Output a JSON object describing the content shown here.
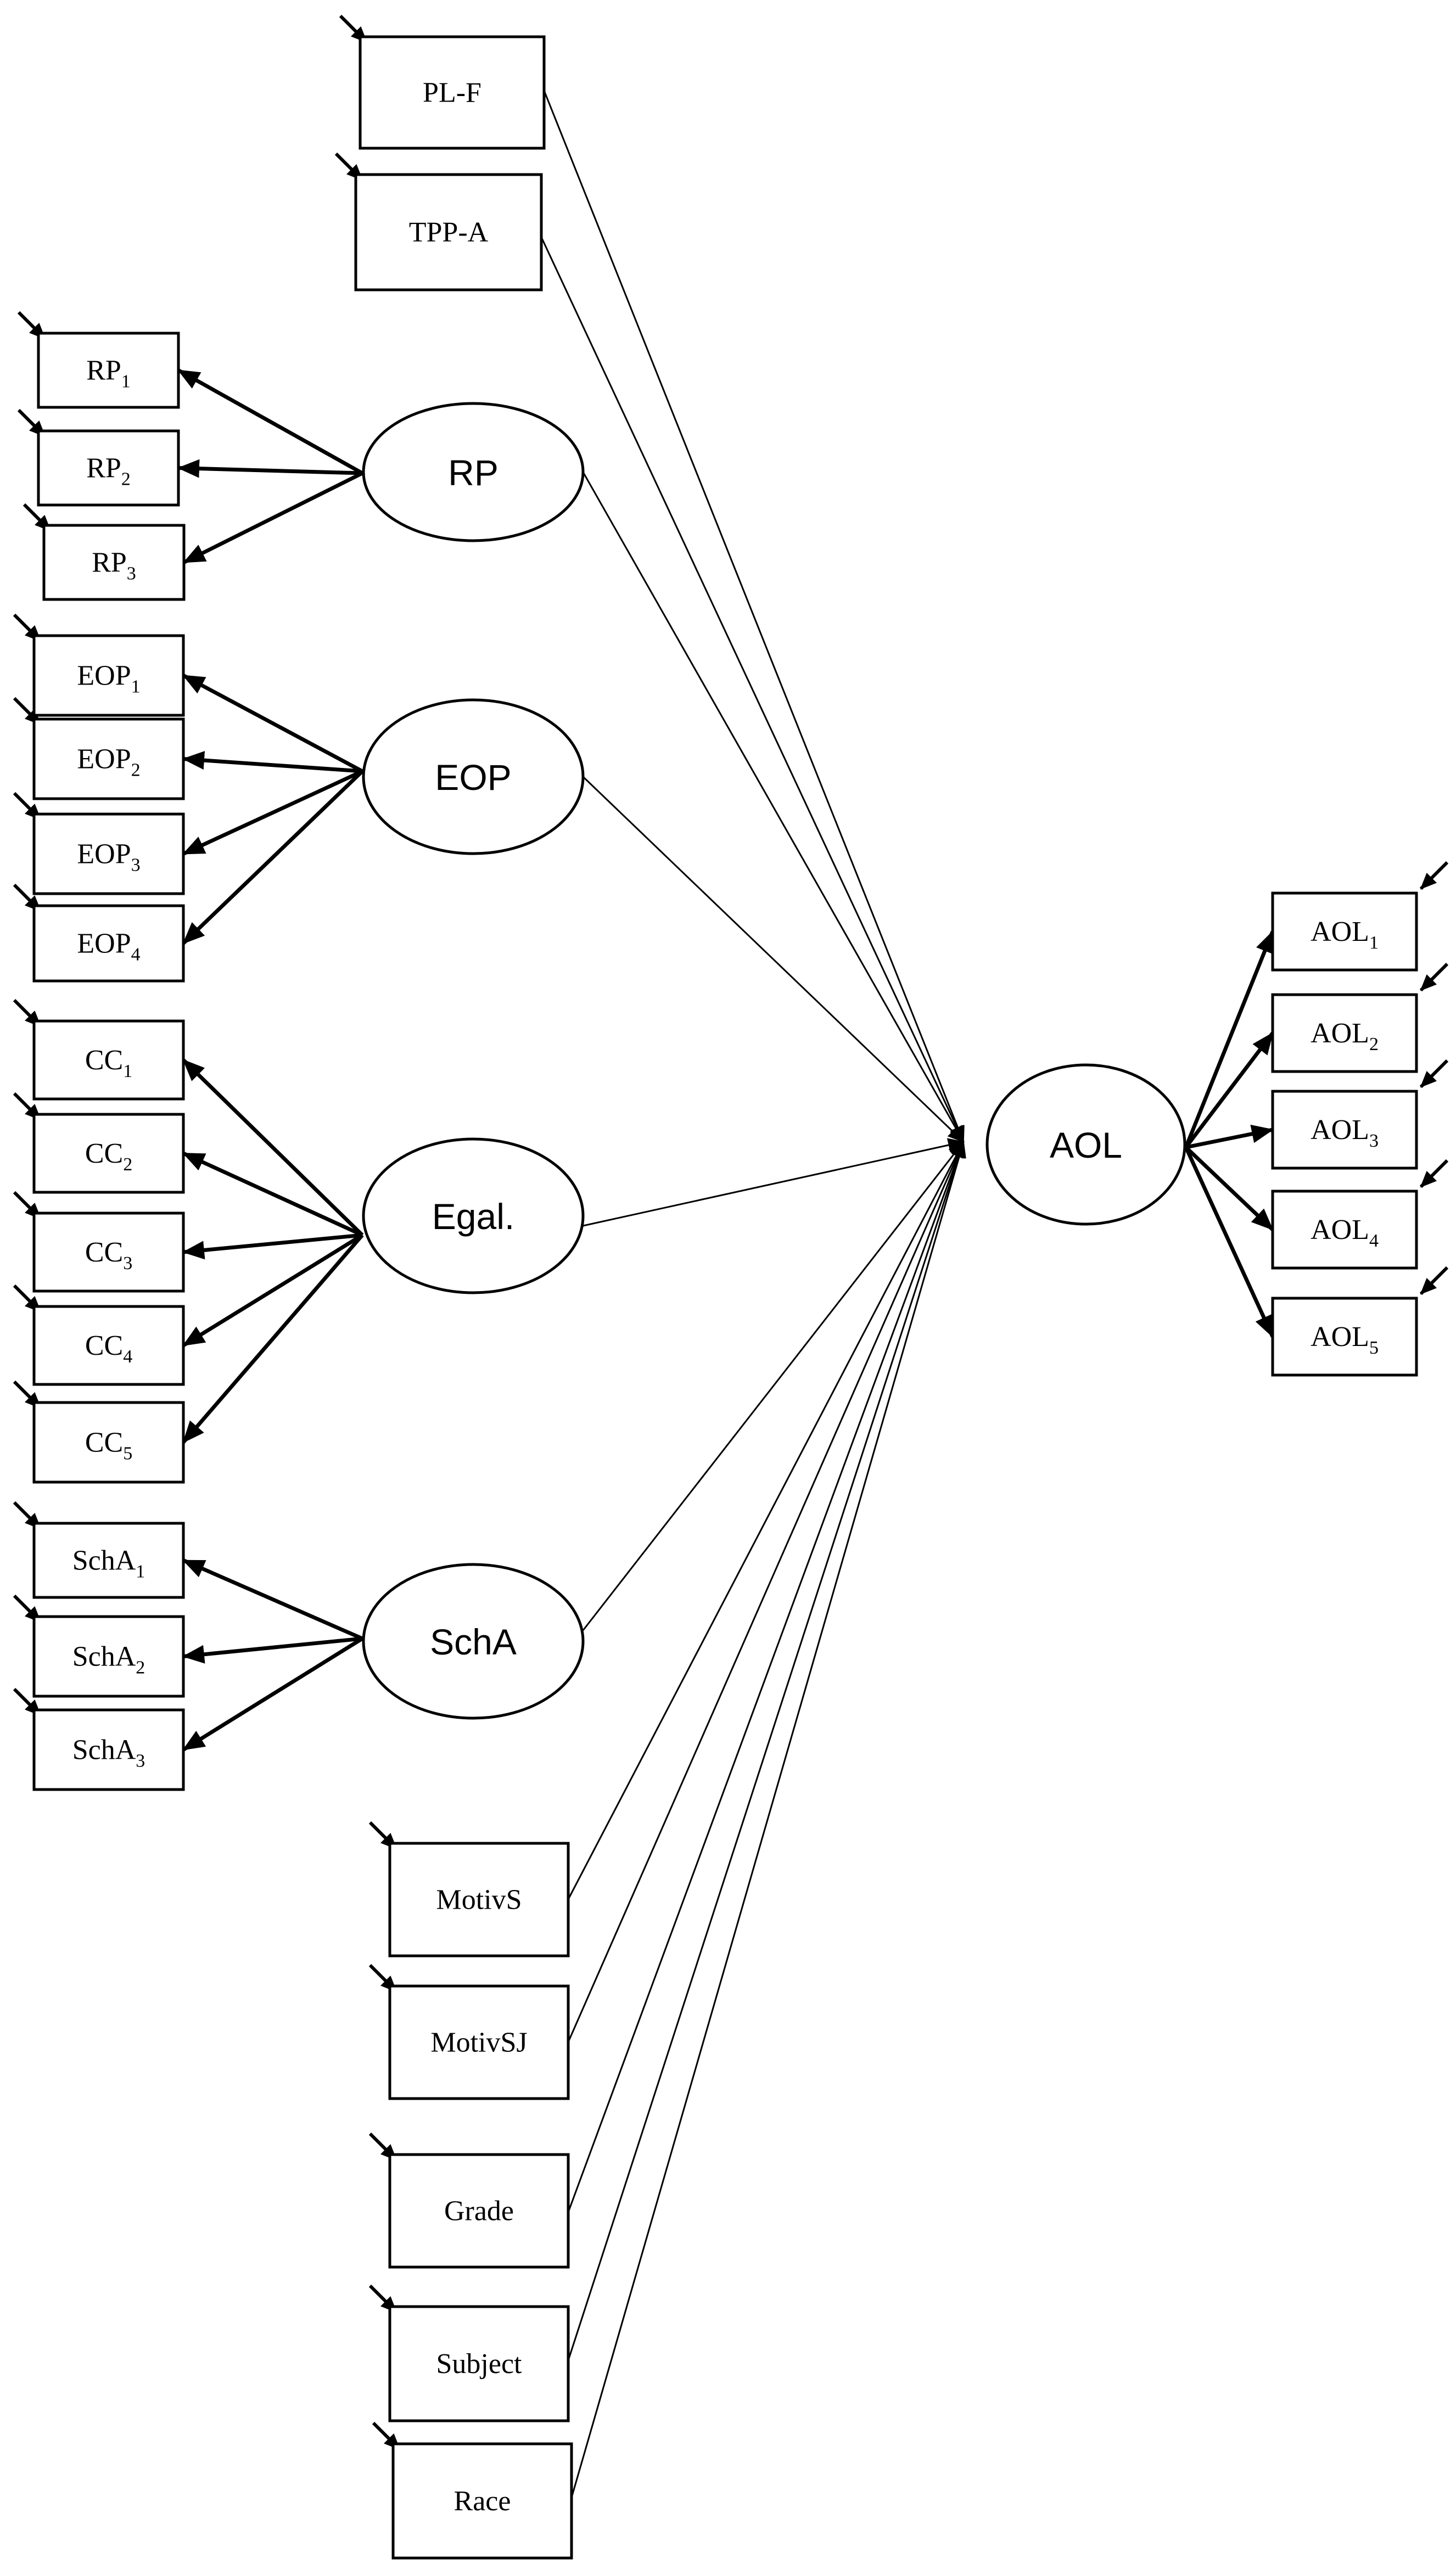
{
  "diagram": {
    "colors": {
      "line": "#000000",
      "fill": "#ffffff"
    },
    "latent_factors": [
      {
        "id": "RP",
        "label": "RP"
      },
      {
        "id": "EOP",
        "label": "EOP"
      },
      {
        "id": "Egal",
        "label": "Egal."
      },
      {
        "id": "SchA",
        "label": "SchA"
      },
      {
        "id": "AOL",
        "label": "AOL"
      }
    ],
    "single_predictors": [
      {
        "id": "PLF",
        "label": "PL-F"
      },
      {
        "id": "TPPA",
        "label": "TPP-A"
      },
      {
        "id": "MotivS",
        "label": "MotivS"
      },
      {
        "id": "MotivSJ",
        "label": "MotivSJ"
      },
      {
        "id": "Grade",
        "label": "Grade"
      },
      {
        "id": "Subject",
        "label": "Subject"
      },
      {
        "id": "Race",
        "label": "Race"
      }
    ],
    "indicators": [
      {
        "id": "RP1",
        "base": "RP",
        "sub": "1",
        "factor": "RP"
      },
      {
        "id": "RP2",
        "base": "RP",
        "sub": "2",
        "factor": "RP"
      },
      {
        "id": "RP3",
        "base": "RP",
        "sub": "3",
        "factor": "RP"
      },
      {
        "id": "EOP1",
        "base": "EOP",
        "sub": "1",
        "factor": "EOP"
      },
      {
        "id": "EOP2",
        "base": "EOP",
        "sub": "2",
        "factor": "EOP"
      },
      {
        "id": "EOP3",
        "base": "EOP",
        "sub": "3",
        "factor": "EOP"
      },
      {
        "id": "EOP4",
        "base": "EOP",
        "sub": "4",
        "factor": "EOP"
      },
      {
        "id": "CC1",
        "base": "CC",
        "sub": "1",
        "factor": "Egal"
      },
      {
        "id": "CC2",
        "base": "CC",
        "sub": "2",
        "factor": "Egal"
      },
      {
        "id": "CC3",
        "base": "CC",
        "sub": "3",
        "factor": "Egal"
      },
      {
        "id": "CC4",
        "base": "CC",
        "sub": "4",
        "factor": "Egal"
      },
      {
        "id": "CC5",
        "base": "CC",
        "sub": "5",
        "factor": "Egal"
      },
      {
        "id": "SchA1",
        "base": "SchA",
        "sub": "1",
        "factor": "SchA"
      },
      {
        "id": "SchA2",
        "base": "SchA",
        "sub": "2",
        "factor": "SchA"
      },
      {
        "id": "SchA3",
        "base": "SchA",
        "sub": "3",
        "factor": "SchA"
      },
      {
        "id": "AOL1",
        "base": "AOL",
        "sub": "1",
        "factor": "AOL"
      },
      {
        "id": "AOL2",
        "base": "AOL",
        "sub": "2",
        "factor": "AOL"
      },
      {
        "id": "AOL3",
        "base": "AOL",
        "sub": "3",
        "factor": "AOL"
      },
      {
        "id": "AOL4",
        "base": "AOL",
        "sub": "4",
        "factor": "AOL"
      },
      {
        "id": "AOL5",
        "base": "AOL",
        "sub": "5",
        "factor": "AOL"
      }
    ],
    "structural_paths": [
      {
        "from": "PLF",
        "to": "AOL"
      },
      {
        "from": "TPPA",
        "to": "AOL"
      },
      {
        "from": "RP",
        "to": "AOL"
      },
      {
        "from": "EOP",
        "to": "AOL"
      },
      {
        "from": "Egal",
        "to": "AOL"
      },
      {
        "from": "SchA",
        "to": "AOL"
      },
      {
        "from": "MotivS",
        "to": "AOL"
      },
      {
        "from": "MotivSJ",
        "to": "AOL"
      },
      {
        "from": "Grade",
        "to": "AOL"
      },
      {
        "from": "Subject",
        "to": "AOL"
      },
      {
        "from": "Race",
        "to": "AOL"
      }
    ]
  }
}
